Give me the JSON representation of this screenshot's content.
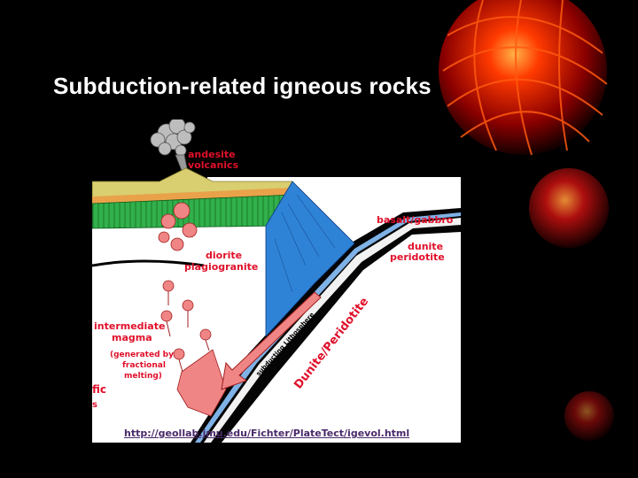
{
  "slide": {
    "title": "Subduction-related igneous rocks"
  },
  "diagram": {
    "labels": {
      "andesite_line1": "andesite",
      "andesite_line2": "volcanics",
      "basalt_gabbro": "basalt/gabbro",
      "dunite_line1": "dunite",
      "dunite_line2": "peridotite",
      "diorite_line1": "diorite",
      "diorite_line2": "plagiogranite",
      "intermediate_line1": "intermediate",
      "intermediate_line2": "magma",
      "generated_line1": "(generated by",
      "generated_line2": "fractional",
      "generated_line3": "melting)",
      "subducting_lithosphere": "subducting Lithosphere",
      "dunite_peridotite_slab": "Dunite/Peridotite",
      "fic_fragment": "fic",
      "s_fragment": "s"
    },
    "colors": {
      "mantle_wedge": "#2f83d6",
      "crust_green": "#31b04b",
      "crust_yellow": "#d9cf70",
      "magma_pink": "#f08585",
      "label_red": "#e0102a",
      "slab_black": "#050505"
    }
  },
  "source": {
    "url": "http://geollab.jmu.edu/Fichter/PlateTect/igevol.html"
  },
  "decoration": {
    "colors": {
      "ornament_red": "#c01010",
      "ornament_orange": "#ff6a00"
    }
  }
}
